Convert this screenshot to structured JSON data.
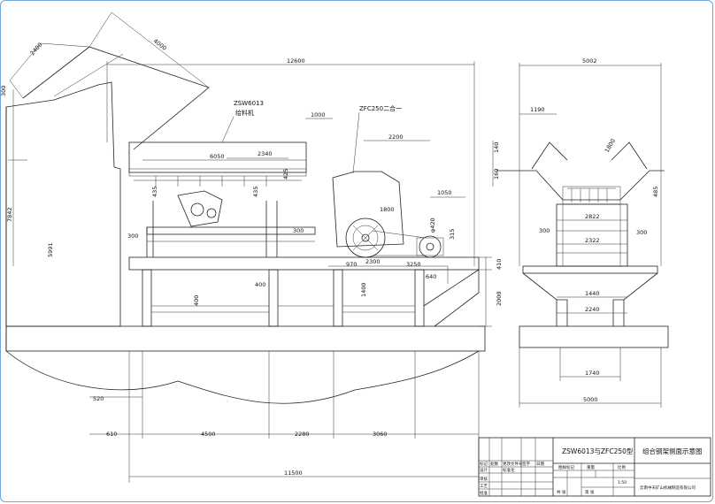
{
  "dimensions": {
    "d12600": "12600",
    "d4000": "4000",
    "d2400": "2400",
    "d300_top": "300",
    "d7842": "7842",
    "d5991": "5991",
    "d6050": "6050",
    "d2340": "2340",
    "d1000": "1000",
    "d2200": "2200",
    "d1050": "1050",
    "d435a": "435",
    "d425": "425",
    "d435b": "435",
    "d300_l1": "300",
    "d300_l2": "300",
    "d1800": "1800",
    "d420": "φ420",
    "d315": "315",
    "d970": "970",
    "d2300": "2300",
    "d3250": "3250",
    "d640": "640",
    "d400_a": "400",
    "d400_b": "400",
    "d1400": "1400",
    "d410": "410",
    "d2000": "2000",
    "d520": "520",
    "d610": "610",
    "d4500": "4500",
    "d2280": "2280",
    "d3060": "3060",
    "d11500": "11500",
    "s5002": "5002",
    "s1190": "1190",
    "s1800": "1800",
    "s140": "140",
    "s160": "160",
    "s485": "485",
    "s2822": "2822",
    "s300a": "300",
    "s300b": "300",
    "s2322": "2322",
    "s1440": "1440",
    "s2240": "2240",
    "s1740": "1740",
    "s5000": "5000"
  },
  "labels": {
    "zsw_model": "ZSW6013",
    "zsw_name": "给料机",
    "zfc_model": "ZFC250二合一"
  },
  "title_block": {
    "drawing_number": "ZSW6013与ZFC250型",
    "drawing_title": "组合钢架侧面示意图",
    "company": "云南中天矿山机械制造有限公司",
    "scale": "1:50",
    "cells": [
      "标记",
      "处数",
      "更改文件号",
      "签字",
      "日期",
      "设计",
      "审核",
      "工艺",
      "批准",
      "标准化",
      "图样标记",
      "重量",
      "比例",
      "共 张",
      "第 张"
    ]
  },
  "colors": {
    "frame_border": "#6fa7d8",
    "line": "#222222"
  }
}
